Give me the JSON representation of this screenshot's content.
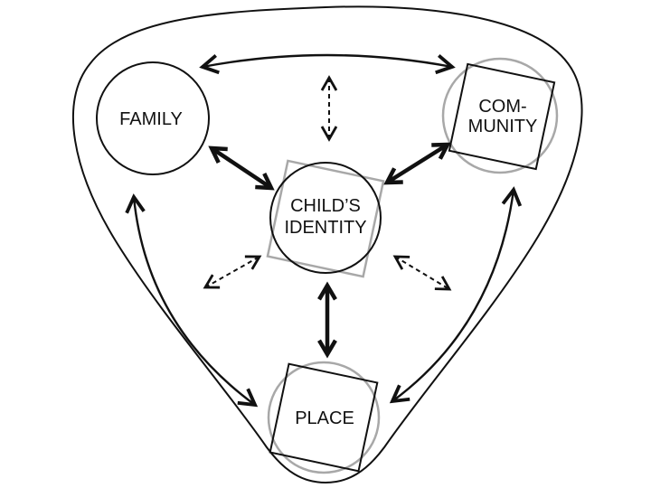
{
  "nodes": {
    "family": {
      "label": "FAMILY"
    },
    "community": {
      "label_line1": "COM-",
      "label_line2": "MUNITY"
    },
    "identity": {
      "label_line1": "CHILD’S",
      "label_line2": "IDENTITY"
    },
    "place": {
      "label": "PLACE"
    }
  },
  "colors": {
    "ink": "#111111",
    "grey": "#a8a8a8",
    "background": "#ffffff"
  }
}
